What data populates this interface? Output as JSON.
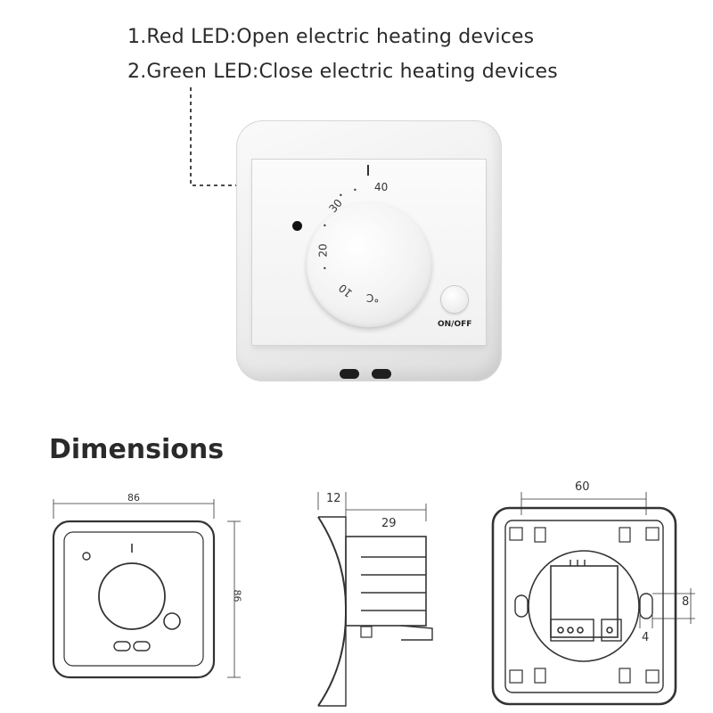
{
  "notes": {
    "red": "1.Red LED:Open electric heating devices",
    "green": "2.Green LED:Close electric heating devices"
  },
  "device": {
    "scale_labels": [
      "10",
      "20",
      "30",
      "40"
    ],
    "unit": "°C",
    "button_label": "ON/OFF"
  },
  "dimensions": {
    "title": "Dimensions",
    "front_width": "86",
    "front_height": "86",
    "side_thickness": "12",
    "side_depth": "29",
    "back_hole_spacing": "60",
    "back_right_a": "8",
    "back_right_b": "4"
  },
  "colors": {
    "led": "#111111",
    "line": "#333333"
  }
}
